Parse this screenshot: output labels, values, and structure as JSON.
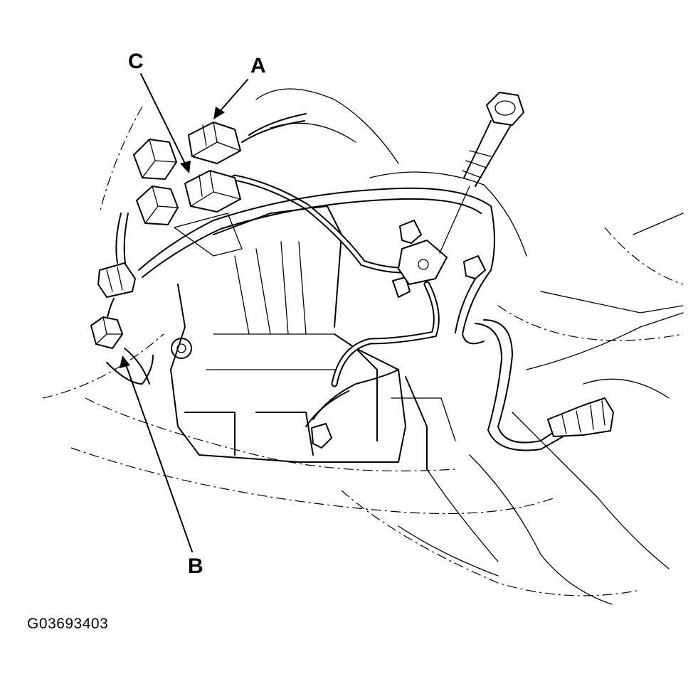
{
  "diagram": {
    "callouts": {
      "a": "A",
      "b": "B",
      "c": "C"
    },
    "figure_id": "G03693403"
  },
  "colors": {
    "ink": "#000000",
    "paper": "#ffffff"
  }
}
